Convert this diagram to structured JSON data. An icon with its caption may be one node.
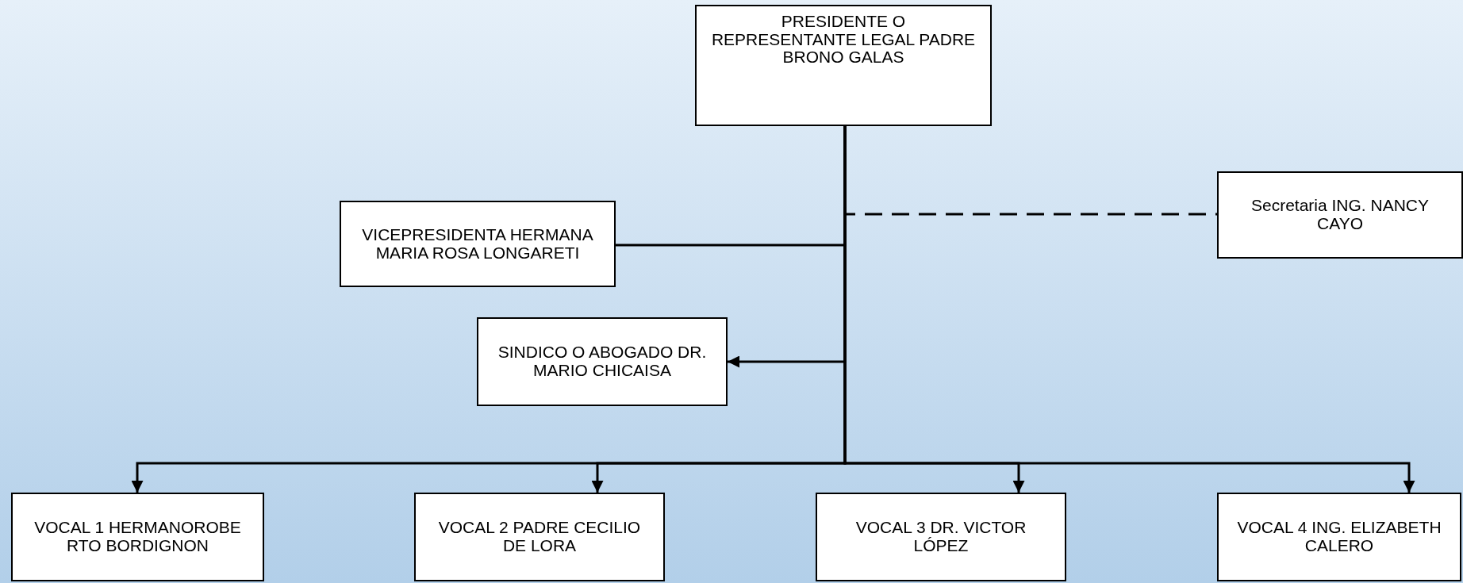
{
  "diagram": {
    "nodes": [
      {
        "text": [
          "PRESIDENTE O REPRESENTANTE LEGAL PADRE BRONO GALAS"
        ]
      },
      {
        "text": [
          "Secretaria ING. NANCY CAYO"
        ]
      },
      {
        "text": [
          "VICEPRESIDENTA HERMANA MARIA ROSA LONGARETI"
        ]
      },
      {
        "text": [
          "SINDICO O ABOGADO DR. MARIO CHICAISA"
        ]
      },
      {
        "text": [
          "VOCAL 1 HERMANOROBE RTO BORDIGNON"
        ]
      },
      {
        "text": [
          "VOCAL 2 PADRE CECILIO DE LORA"
        ]
      },
      {
        "text": [
          "VOCAL 3 DR. VICTOR LÓPEZ"
        ]
      },
      {
        "text": [
          "VOCAL 4 ING. ELIZABETH CALERO"
        ]
      }
    ],
    "edges": [
      {
        "from": 0,
        "to": 1,
        "arrow": "none",
        "style": "dashed"
      },
      {
        "from": 0,
        "to": 2,
        "arrow": "none"
      },
      {
        "from": 0,
        "to": 3,
        "arrow": "to"
      },
      {
        "from": 0,
        "to": 4,
        "arrow": "to"
      },
      {
        "from": 0,
        "to": 5,
        "arrow": "to"
      },
      {
        "from": 0,
        "to": 6,
        "arrow": "to"
      },
      {
        "from": 0,
        "to": 7,
        "arrow": "to"
      }
    ]
  }
}
